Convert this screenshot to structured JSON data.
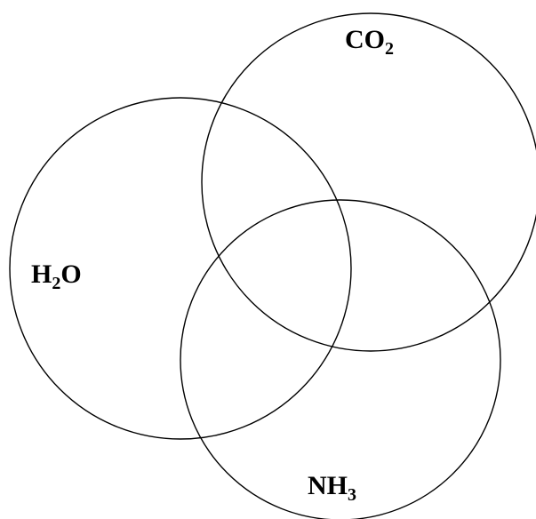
{
  "diagram": {
    "type": "venn",
    "stroke_color": "#000000",
    "background_color": "#ffffff",
    "sets": [
      {
        "id": "h2o",
        "base": "H",
        "sub": "2",
        "tail": "O"
      },
      {
        "id": "co2",
        "base": "CO",
        "sub": "2",
        "tail": ""
      },
      {
        "id": "nh3",
        "base": "NH",
        "sub": "3",
        "tail": ""
      }
    ]
  }
}
